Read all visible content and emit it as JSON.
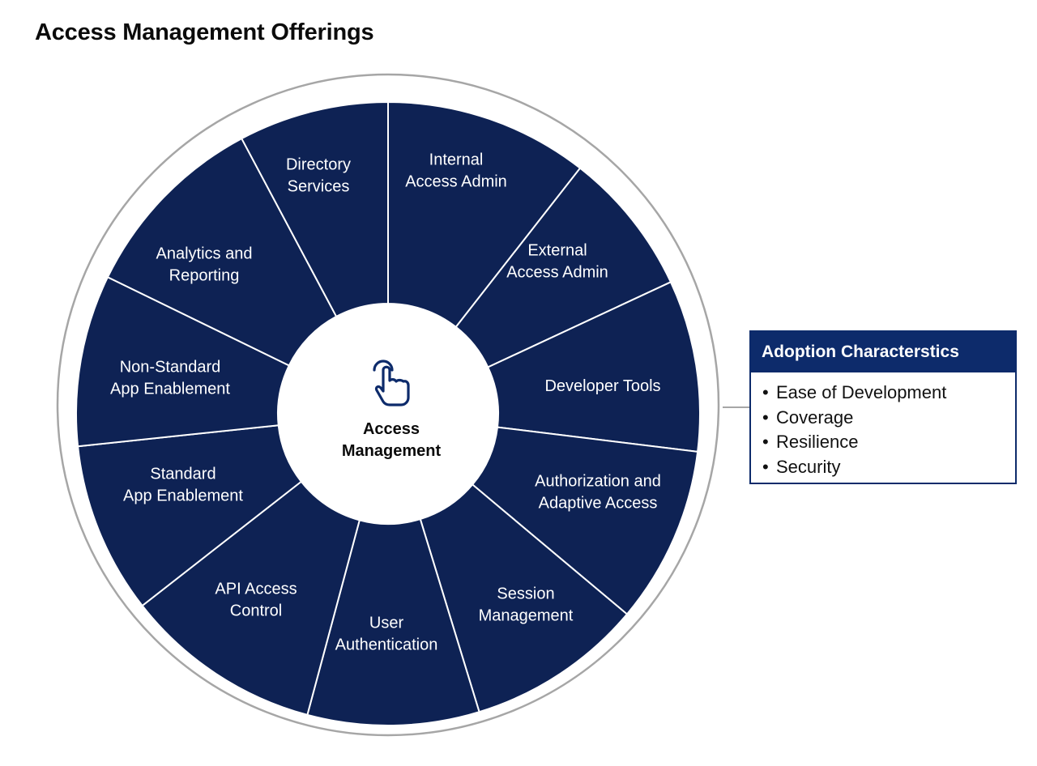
{
  "title": "Access Management Offerings",
  "colors": {
    "segment_fill": "#0e2254",
    "outer_ring": "#ffffff",
    "outer_ring_border": "#a6a6a6",
    "divider": "#ffffff",
    "center_fill": "#ffffff",
    "center_icon": "#0d2b6b",
    "box_header": "#0d2b6b",
    "box_border": "#0d2b6b"
  },
  "wheel": {
    "center": {
      "label_lines": [
        "Access",
        "Management"
      ],
      "icon": "tap-hand-icon"
    },
    "segments": [
      {
        "label_lines": [
          "Internal",
          "Access Admin"
        ]
      },
      {
        "label_lines": [
          "External",
          "Access Admin"
        ]
      },
      {
        "label_lines": [
          "Developer Tools"
        ]
      },
      {
        "label_lines": [
          "Authorization and",
          "Adaptive Access"
        ]
      },
      {
        "label_lines": [
          "Session",
          "Management"
        ]
      },
      {
        "label_lines": [
          "User",
          "Authentication"
        ]
      },
      {
        "label_lines": [
          "API Access",
          "Control"
        ]
      },
      {
        "label_lines": [
          "Standard",
          "App Enablement"
        ]
      },
      {
        "label_lines": [
          "Non-Standard",
          "App Enablement"
        ]
      },
      {
        "label_lines": [
          "Analytics and",
          "Reporting"
        ]
      },
      {
        "label_lines": [
          "Directory",
          "Services"
        ]
      }
    ]
  },
  "adoption": {
    "title": "Adoption Characterstics",
    "bullet": "•",
    "items": [
      "Ease of Development",
      "Coverage",
      "Resilience",
      "Security"
    ]
  }
}
